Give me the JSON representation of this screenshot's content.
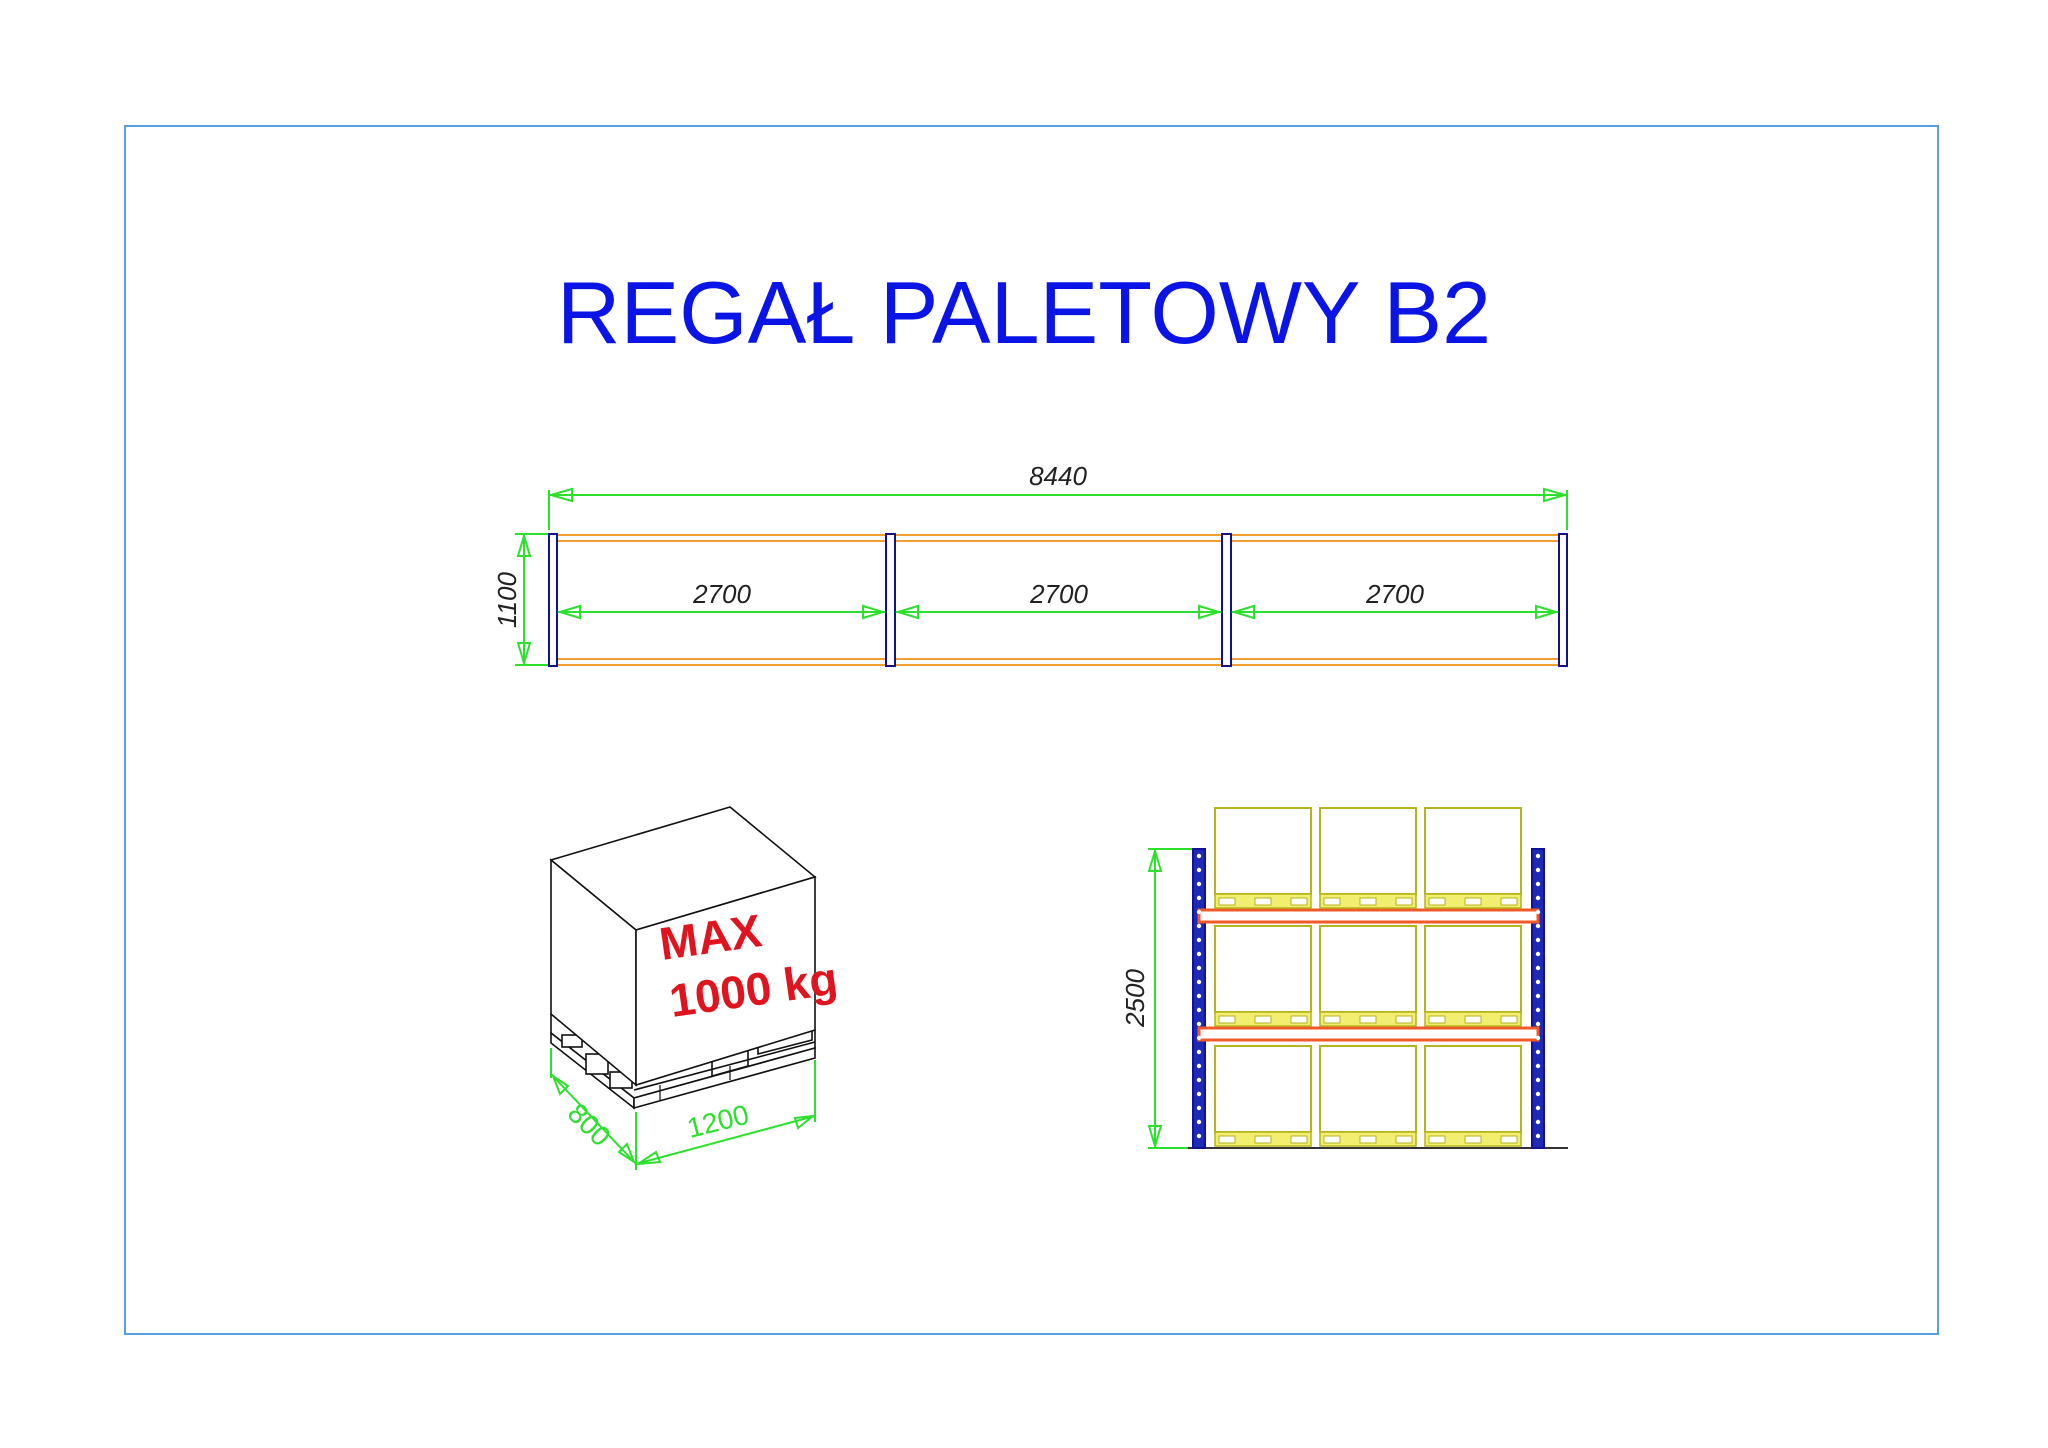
{
  "title": "REGAŁ PALETOWY B2",
  "plan_view": {
    "total_length": "8440",
    "depth": "1100",
    "bay_widths": [
      "2700",
      "2700",
      "2700"
    ]
  },
  "pallet_view": {
    "load_line1": "MAX",
    "load_line2": "1000 kg",
    "pallet_width": "800",
    "pallet_length": "1200"
  },
  "front_view": {
    "height": "2500",
    "levels": 3,
    "bays": 3
  },
  "colors": {
    "frame_border": "#5a9ee0",
    "title": "#0a14e6",
    "dimension_line": "#2ee02e",
    "upright": "#10109a",
    "beam_plan": "#f0a030",
    "beam_front": "#f05a28",
    "load_box": "#b4b41e",
    "max_load_text": "#e0141e"
  }
}
